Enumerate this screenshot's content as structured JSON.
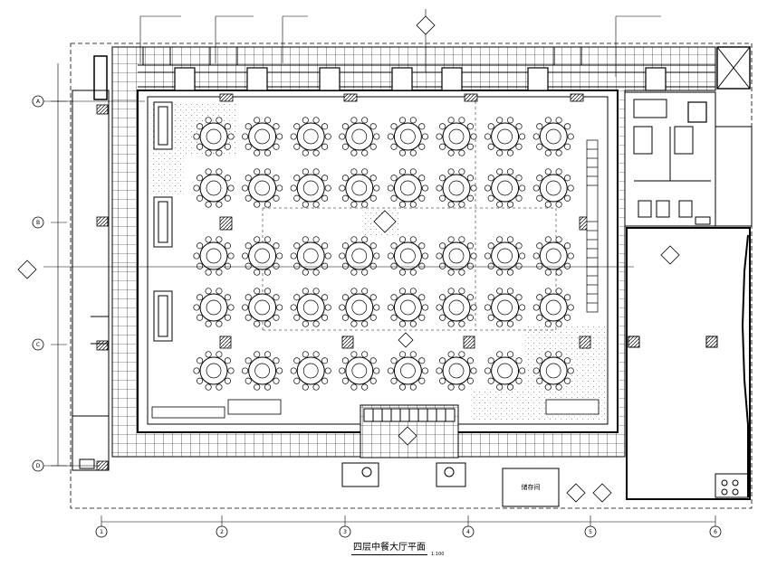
{
  "drawing": {
    "title": "四层中餐大厅平面",
    "scale": "1:100"
  },
  "grid_axes": {
    "bottom": [
      "1",
      "2",
      "3",
      "4",
      "5",
      "6"
    ],
    "left": [
      "A",
      "B",
      "C",
      "D"
    ]
  },
  "rooms": {
    "side_room_label": "储存间"
  },
  "layout": {
    "banquet_tables": {
      "rows": 5,
      "columns": 8
    }
  },
  "colors": {
    "line": "#000000",
    "background": "#ffffff"
  }
}
